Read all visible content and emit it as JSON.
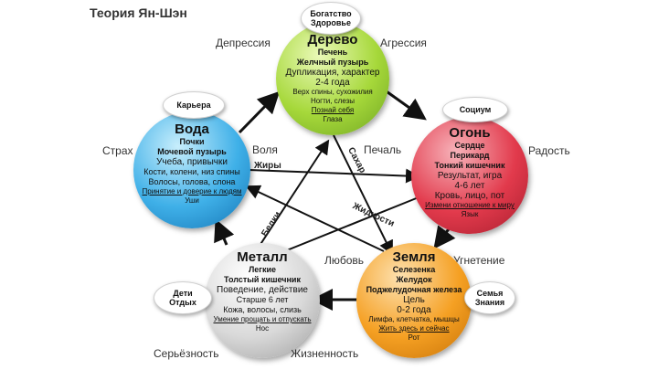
{
  "title": "Теория Ян-Шэн",
  "emotions": {
    "depression": "Депрессия",
    "aggression": "Агрессия",
    "fear": "Страх",
    "will": "Воля",
    "sadness": "Печаль",
    "joy": "Радость",
    "love": "Любовь",
    "oppression": "Угнетение",
    "seriousness": "Серьёзность",
    "vitality": "Жизненность"
  },
  "bubbles": {
    "wealth": [
      "Богатство",
      "Здоровье"
    ],
    "career": [
      "Карьера"
    ],
    "society": [
      "Социум"
    ],
    "children": [
      "Дети",
      "Отдых"
    ],
    "family": [
      "Семья",
      "Знания"
    ]
  },
  "elements": {
    "wood": {
      "name": "Дерево",
      "lines": [
        "Печень",
        "Желчный пузырь",
        "Дупликация, характер",
        "2-4 года",
        "Верх спины, сухожилия",
        "Ногти, слезы",
        "Познай себя",
        "Глаза"
      ]
    },
    "fire": {
      "name": "Огонь",
      "lines": [
        "Сердце",
        "Перикард",
        "Тонкий кишечник",
        "Результат, игра",
        "4-6 лет",
        "Кровь, лицо, пот",
        "Измени отношение к миру",
        "Язык"
      ]
    },
    "earth": {
      "name": "Земля",
      "lines": [
        "Селезенка",
        "Желудок",
        "Поджелудочная железа",
        "Цель",
        "0-2 года",
        "Лимфа, клетчатка, мышцы",
        "Жить здесь и сейчас",
        "Рот"
      ]
    },
    "metal": {
      "name": "Металл",
      "lines": [
        "Легкие",
        "Толстый кишечник",
        "Поведение, действие",
        "Старше 6 лет",
        "Кожа, волосы, слизь",
        "Умение прощать и отпускать",
        "Нос"
      ]
    },
    "water": {
      "name": "Вода",
      "lines": [
        "Почки",
        "Мочевой пузырь",
        "Учеба, привычки",
        "Кости, колени, низ спины",
        "Волосы, голова, слона",
        "Принятие и доверие к людям",
        "Уши"
      ]
    }
  },
  "arrow_labels": {
    "fats": "Жиры",
    "sugar": "Сахар",
    "proteins": "Белки",
    "fluids": "Жидкости"
  },
  "colors": {
    "wood": "#a6d83a",
    "fire": "#e23a4c",
    "earth": "#f5a023",
    "metal": "#d9d9d9",
    "water": "#3fb0e8",
    "arrow": "#111111"
  }
}
